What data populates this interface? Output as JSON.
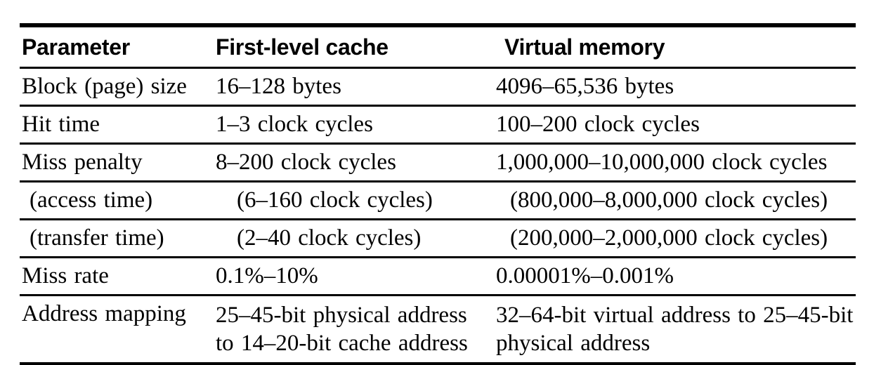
{
  "page": {
    "background": "#ffffff",
    "text_color": "#000000",
    "rule_color": "#000000"
  },
  "table": {
    "columns": [
      {
        "label": "Parameter"
      },
      {
        "label": "First-level cache"
      },
      {
        "label": "Virtual memory"
      }
    ],
    "rows": [
      {
        "param": "Block (page) size",
        "cache": "16–128 bytes",
        "vm": "4096–65,536 bytes",
        "indented": false
      },
      {
        "param": "Hit time",
        "cache": "1–3 clock cycles",
        "vm": "100–200 clock cycles",
        "indented": false
      },
      {
        "param": "Miss penalty",
        "cache": "8–200 clock cycles",
        "vm": "1,000,000–10,000,000 clock cycles",
        "indented": false
      },
      {
        "param": "(access time)",
        "cache": "(6–160 clock cycles)",
        "vm": "(800,000–8,000,000 clock cycles)",
        "indented": true
      },
      {
        "param": "(transfer time)",
        "cache": "(2–40 clock cycles)",
        "vm": "(200,000–2,000,000 clock cycles)",
        "indented": true
      },
      {
        "param": "Miss rate",
        "cache": "0.1%–10%",
        "vm": "0.00001%–0.001%",
        "indented": false
      },
      {
        "param": "Address mapping",
        "cache_lines": [
          "25–45-bit physical address",
          "to 14–20-bit cache address"
        ],
        "vm_lines": [
          "32–64-bit virtual address to 25–45-bit",
          "physical address"
        ],
        "indented": false
      }
    ]
  },
  "chart_data": {
    "type": "table",
    "columns": [
      "Parameter",
      "First-level cache",
      "Virtual memory"
    ],
    "rows": [
      [
        "Block (page) size",
        "16–128 bytes",
        "4096–65,536 bytes"
      ],
      [
        "Hit time",
        "1–3 clock cycles",
        "100–200 clock cycles"
      ],
      [
        "Miss penalty",
        "8–200 clock cycles",
        "1,000,000–10,000,000 clock cycles"
      ],
      [
        "(access time)",
        "(6–160 clock cycles)",
        "(800,000–8,000,000 clock cycles)"
      ],
      [
        "(transfer time)",
        "(2–40 clock cycles)",
        "(200,000–2,000,000 clock cycles)"
      ],
      [
        "Miss rate",
        "0.1%–10%",
        "0.00001%–0.001%"
      ],
      [
        "Address mapping",
        "25–45-bit physical address to 14–20-bit cache address",
        "32–64-bit virtual address to 25–45-bit physical address"
      ]
    ]
  }
}
